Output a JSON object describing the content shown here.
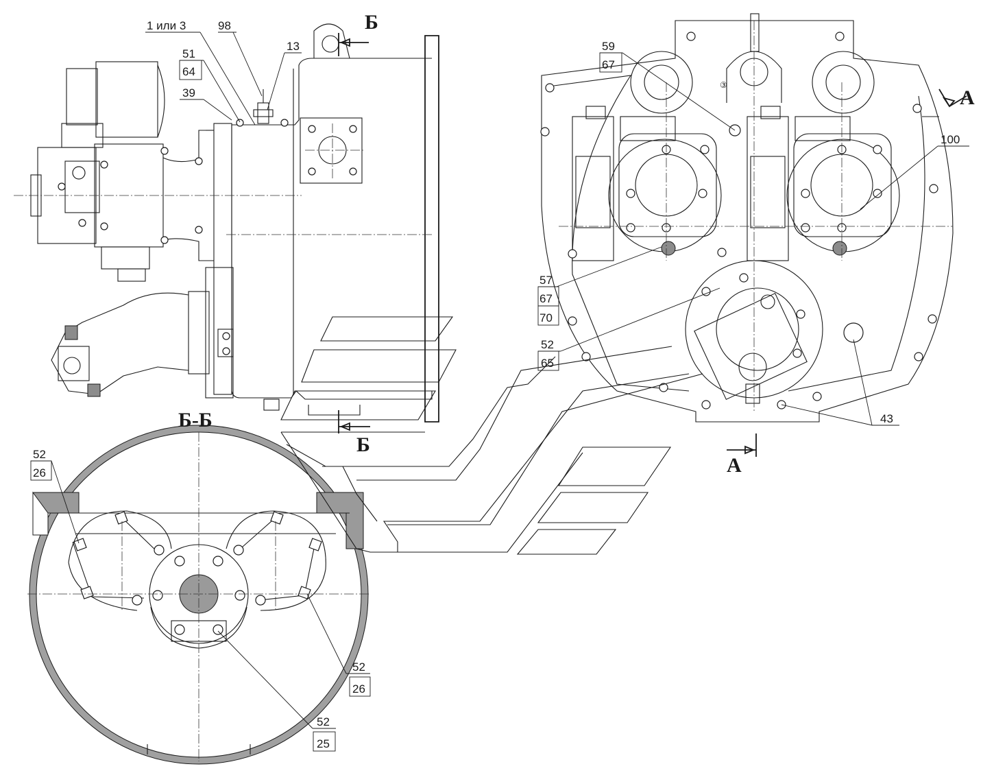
{
  "section_marks": {
    "b_top": "Б",
    "b_bottom": "Б",
    "a_top": "А",
    "a_bottom": "А",
    "section_title": "Б-Б"
  },
  "callouts": {
    "c_1or3": "1 или 3",
    "c_98": "98",
    "c_13": "13",
    "c_51": "51",
    "c_64": "64",
    "c_39": "39",
    "c_59": "59",
    "c_67a": "67",
    "c_100": "100",
    "c_57": "57",
    "c_67b": "67",
    "c_70": "70",
    "c_52a": "52",
    "c_65": "65",
    "c_43": "43",
    "c_52b": "52",
    "c_26a": "26",
    "c_52c": "52",
    "c_26b": "26",
    "c_52d": "52",
    "c_25": "25",
    "c_3": "③"
  }
}
